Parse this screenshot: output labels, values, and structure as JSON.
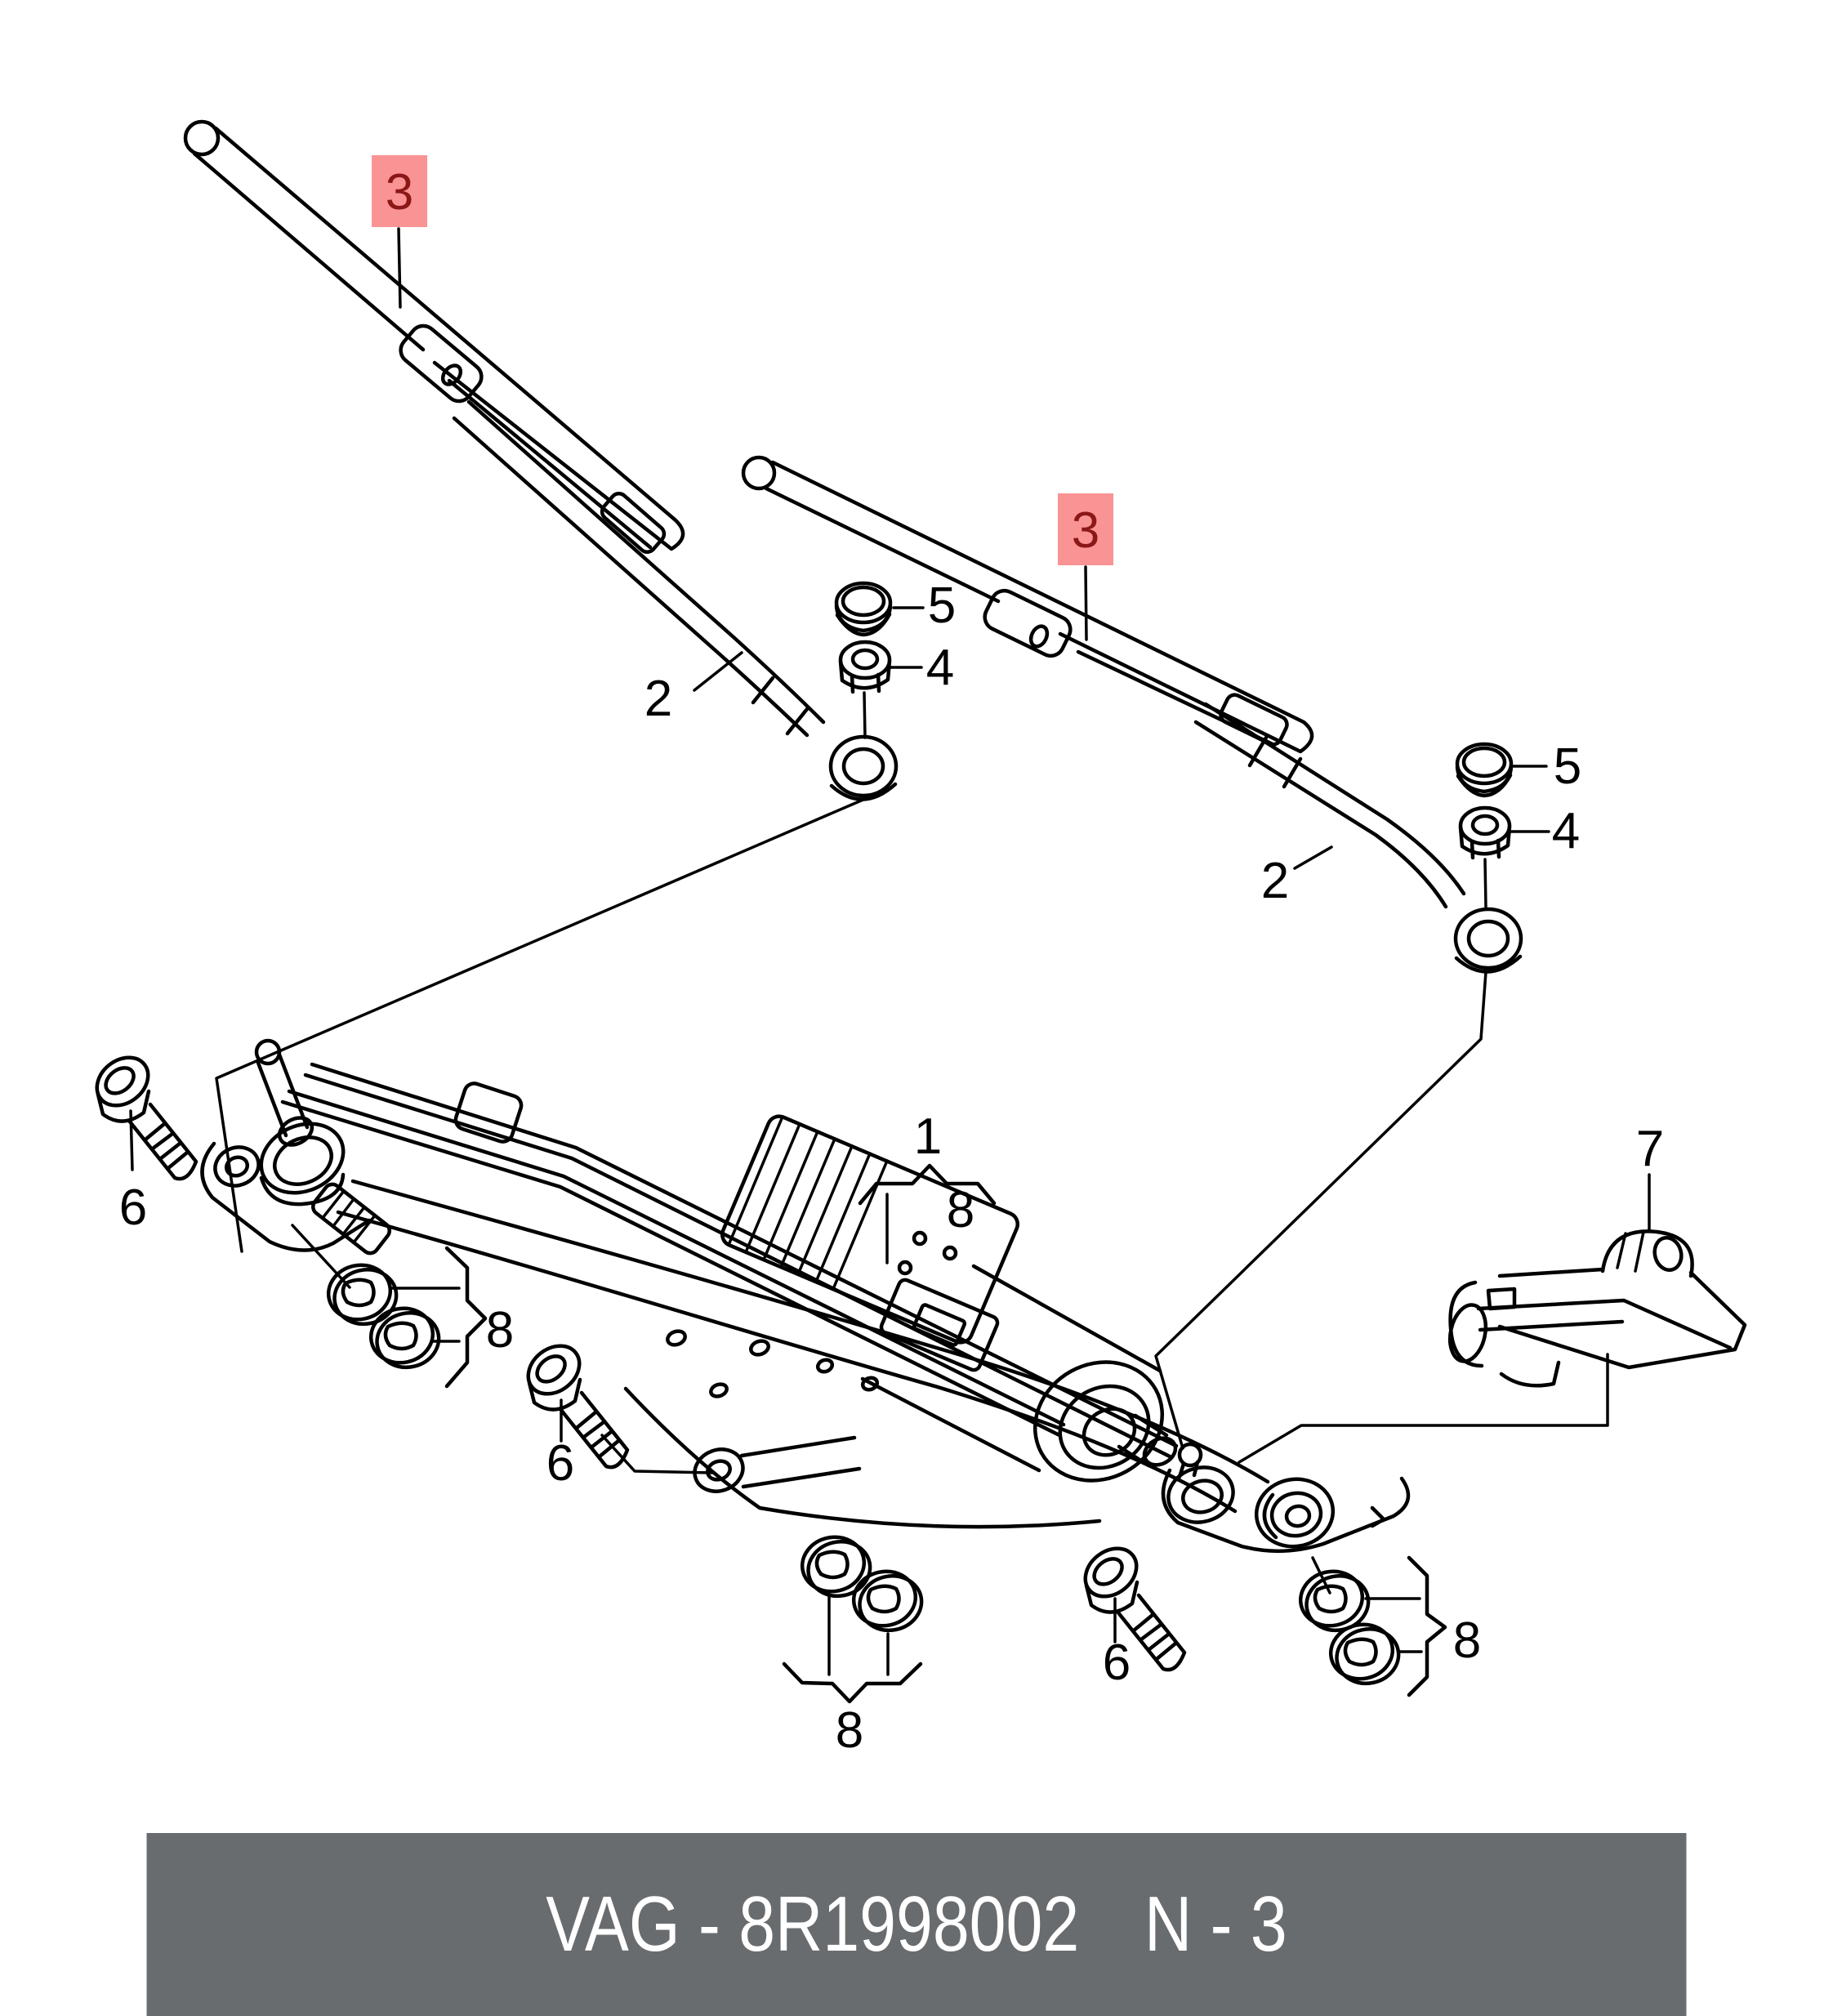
{
  "footer": {
    "catalog_code": "VAG - 8R1998002",
    "page_code": "N - 3"
  },
  "callouts": [
    {
      "number": "3",
      "part": "wiper-blade-left",
      "highlighted": true
    },
    {
      "number": "3",
      "part": "wiper-blade-right",
      "highlighted": true
    },
    {
      "number": "2",
      "part": "wiper-arm-left",
      "highlighted": false
    },
    {
      "number": "5",
      "part": "cap-left",
      "highlighted": false
    },
    {
      "number": "4",
      "part": "nut-left",
      "highlighted": false
    },
    {
      "number": "2",
      "part": "wiper-arm-right",
      "highlighted": false
    },
    {
      "number": "5",
      "part": "cap-right",
      "highlighted": false
    },
    {
      "number": "4",
      "part": "nut-right",
      "highlighted": false
    },
    {
      "number": "1",
      "part": "wiper-motor-linkage-assembly",
      "highlighted": false
    },
    {
      "number": "8",
      "part": "grommet-set-of-assembly",
      "highlighted": false
    },
    {
      "number": "8",
      "part": "grommet-set-left",
      "highlighted": false
    },
    {
      "number": "8",
      "part": "grommet-set-bottom",
      "highlighted": false
    },
    {
      "number": "8",
      "part": "grommet-set-right",
      "highlighted": false
    },
    {
      "number": "6",
      "part": "bolt-left",
      "highlighted": false
    },
    {
      "number": "6",
      "part": "bolt-center",
      "highlighted": false
    },
    {
      "number": "6",
      "part": "bolt-right",
      "highlighted": false
    },
    {
      "number": "7",
      "part": "retaining-bracket",
      "highlighted": false
    }
  ],
  "colors": {
    "line": "#000000",
    "highlight_bg": "#fa9393",
    "highlight_text": "#8b1717",
    "footer_bg": "#696c6f",
    "footer_text": "#ffffff",
    "page_bg": "#ffffff"
  }
}
